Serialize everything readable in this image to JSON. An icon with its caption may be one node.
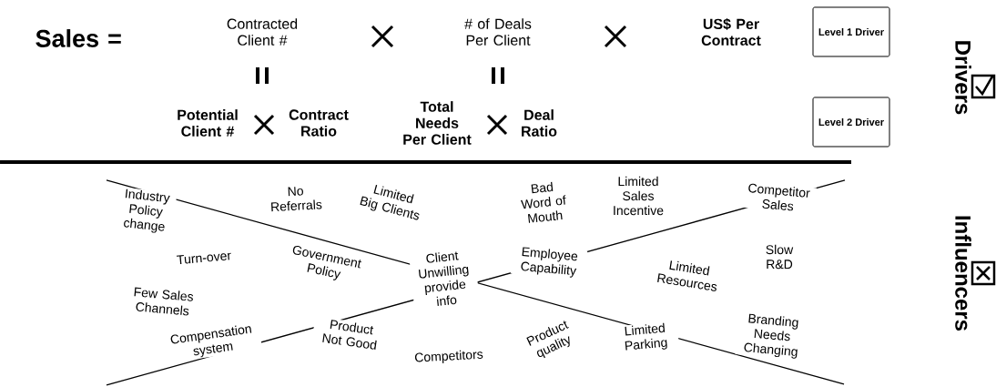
{
  "diagram": {
    "nodes": [
      {
        "text": [
          "Level 1 Driver"
        ]
      },
      {
        "text": [
          "Level 2 Driver"
        ]
      }
    ],
    "labels": [
      "Sales =",
      "Contracted Client #",
      "# of Deals Per Client",
      "US$ Per Contract",
      "Potential Client #",
      "Contract Ratio",
      "Total Needs Per Client",
      "Deal Ratio",
      "Drivers",
      "Influencers",
      "Industry Policy change",
      "No Referrals",
      "Limited Big Clients",
      "Bad Word of Mouth",
      "Limited Sales Incentive",
      "Competitor Sales",
      "Turn-over",
      "Government Policy",
      "Client Unwilling provide info",
      "Employee Capability",
      "Limited Resources",
      "Slow R&D",
      "Few Sales Channels",
      "Compensation system",
      "Product Not Good",
      "Competitors",
      "Product quality",
      "Limited Parking",
      "Branding Needs Changing"
    ]
  }
}
